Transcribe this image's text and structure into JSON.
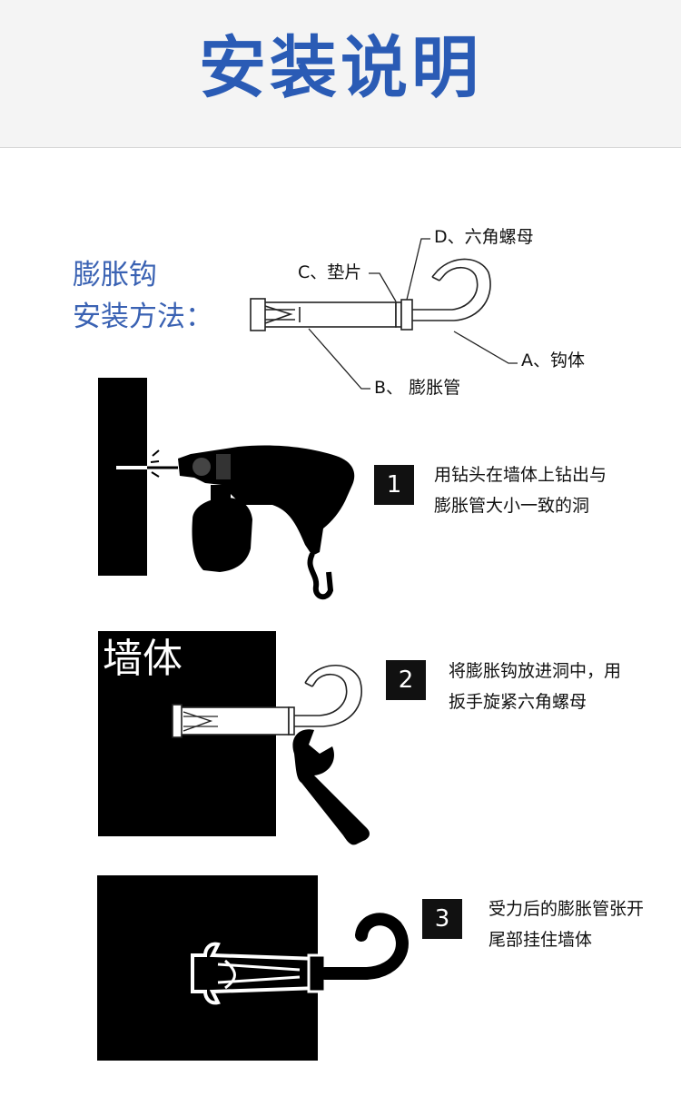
{
  "header": {
    "title": "安装说明"
  },
  "method": {
    "line1": "膨胀钩",
    "line2": "安装方法："
  },
  "parts": {
    "hex_nut": "D、六角螺母",
    "washer": "C、垫片",
    "hook_body": "A、钩体",
    "sleeve": "B、 膨胀管"
  },
  "steps": [
    {
      "number": "1",
      "line1": "用钻头在墙体上钻出与",
      "line2": "膨胀管大小一致的洞"
    },
    {
      "number": "2",
      "line1": "将膨胀钩放进洞中，用",
      "line2": "扳手旋紧六角螺母"
    },
    {
      "number": "3",
      "line1": "受力后的膨胀管张开",
      "line2": "尾部挂住墙体"
    }
  ],
  "wall_label": "墙体",
  "colors": {
    "title": "#2a5bb5",
    "subtitle": "#3a62b3",
    "dark": "#111111"
  }
}
